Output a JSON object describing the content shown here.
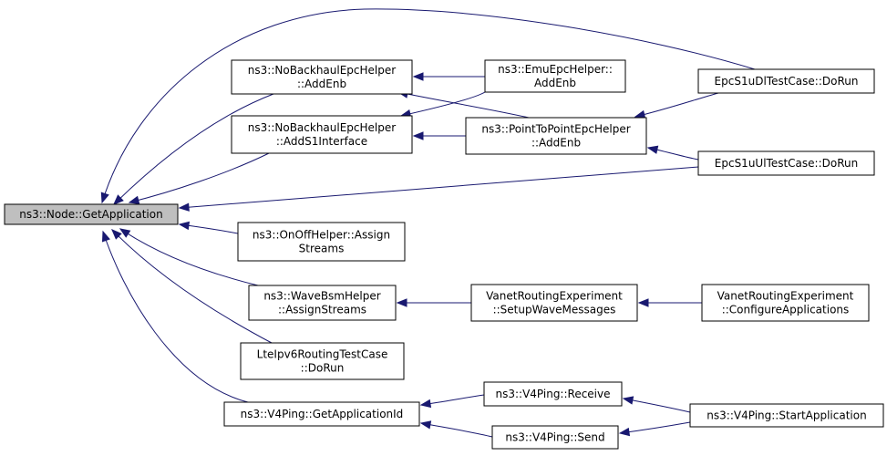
{
  "graph": {
    "nodes": [
      {
        "id": "root",
        "lines": [
          "ns3::Node::GetApplication"
        ],
        "root": true
      },
      {
        "id": "nobh_addenb",
        "lines": [
          "ns3::NoBackhaulEpcHelper",
          "::AddEnb"
        ]
      },
      {
        "id": "nobh_adds1",
        "lines": [
          "ns3::NoBackhaulEpcHelper",
          "::AddS1Interface"
        ]
      },
      {
        "id": "onoff",
        "lines": [
          "ns3::OnOffHelper::Assign",
          "Streams"
        ]
      },
      {
        "id": "wavebsm",
        "lines": [
          "ns3::WaveBsmHelper",
          "::AssignStreams"
        ]
      },
      {
        "id": "lteipv6",
        "lines": [
          "LteIpv6RoutingTestCase",
          "::DoRun"
        ]
      },
      {
        "id": "v4ping_getappid",
        "lines": [
          "ns3::V4Ping::GetApplicationId"
        ]
      },
      {
        "id": "emu_addenb",
        "lines": [
          "ns3::EmuEpcHelper::",
          "AddEnb"
        ]
      },
      {
        "id": "p2p_addenb",
        "lines": [
          "ns3::PointToPointEpcHelper",
          "::AddEnb"
        ]
      },
      {
        "id": "vanet_setup",
        "lines": [
          "VanetRoutingExperiment",
          "::SetupWaveMessages"
        ]
      },
      {
        "id": "v4ping_receive",
        "lines": [
          "ns3::V4Ping::Receive"
        ]
      },
      {
        "id": "v4ping_send",
        "lines": [
          "ns3::V4Ping::Send"
        ]
      },
      {
        "id": "epc_dl",
        "lines": [
          "EpcS1uDlTestCase::DoRun"
        ]
      },
      {
        "id": "epc_ul",
        "lines": [
          "EpcS1uUlTestCase::DoRun"
        ]
      },
      {
        "id": "vanet_config",
        "lines": [
          "VanetRoutingExperiment",
          "::ConfigureApplications"
        ]
      },
      {
        "id": "v4ping_start",
        "lines": [
          "ns3::V4Ping::StartApplication"
        ]
      }
    ],
    "edges": [
      {
        "from": "epc_dl",
        "to": "root"
      },
      {
        "from": "nobh_addenb",
        "to": "root"
      },
      {
        "from": "nobh_adds1",
        "to": "root"
      },
      {
        "from": "epc_ul",
        "to": "root"
      },
      {
        "from": "onoff",
        "to": "root"
      },
      {
        "from": "wavebsm",
        "to": "root"
      },
      {
        "from": "lteipv6",
        "to": "root"
      },
      {
        "from": "v4ping_getappid",
        "to": "root"
      },
      {
        "from": "emu_addenb",
        "to": "nobh_addenb"
      },
      {
        "from": "p2p_addenb",
        "to": "nobh_addenb"
      },
      {
        "from": "emu_addenb",
        "to": "nobh_adds1"
      },
      {
        "from": "p2p_addenb",
        "to": "nobh_adds1"
      },
      {
        "from": "epc_dl",
        "to": "p2p_addenb"
      },
      {
        "from": "epc_ul",
        "to": "p2p_addenb"
      },
      {
        "from": "vanet_setup",
        "to": "wavebsm"
      },
      {
        "from": "vanet_config",
        "to": "vanet_setup"
      },
      {
        "from": "v4ping_receive",
        "to": "v4ping_getappid"
      },
      {
        "from": "v4ping_send",
        "to": "v4ping_getappid"
      },
      {
        "from": "v4ping_start",
        "to": "v4ping_receive"
      },
      {
        "from": "v4ping_start",
        "to": "v4ping_send"
      }
    ]
  },
  "colors": {
    "edge": "#191970",
    "root_fill": "#bfbfbf",
    "node_fill": "#ffffff",
    "node_border": "#000000"
  }
}
